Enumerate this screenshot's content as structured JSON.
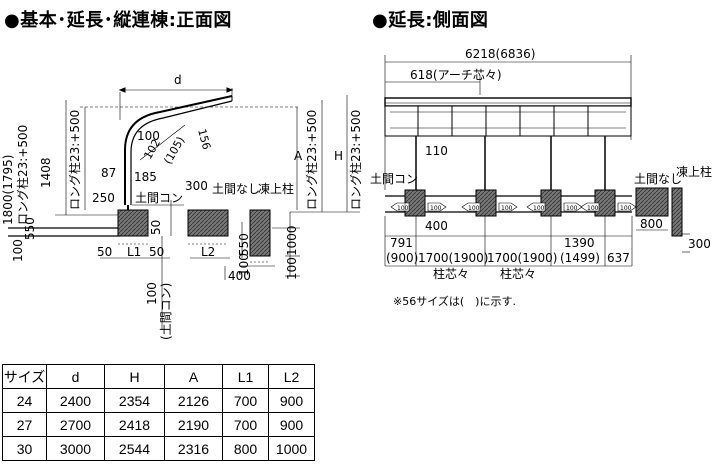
{
  "headings": {
    "front": "●基本･延長･縦連棟:正面図",
    "side": "●延長:側面図"
  },
  "front_view": {
    "dim_d": "d",
    "dim_1800": "1800(1795)",
    "dim_long_left": "ロング柱23:+500",
    "dim_1408": "1408",
    "dim_long_left2": "ロング柱23:+500",
    "dim_87": "87",
    "dim_185": "185",
    "dim_250": "250",
    "dim_100_arc": "100",
    "dim_102": "102",
    "dim_105": "(105)",
    "dim_156": "156",
    "dim_300": "300",
    "label_doma_con": "土間コン",
    "label_doma_nashi": "土間なし",
    "label_tojo": "凍上柱",
    "dim_A": "A",
    "dim_H": "H",
    "dim_long_right": "ロング柱23:+500",
    "dim_long_right2": "ロング柱23:+500",
    "dim_100_left": "100",
    "dim_550_left": "550",
    "dim_50_a": "50",
    "dim_50_b": "50",
    "dim_50_c": "50",
    "dim_L1": "L1",
    "dim_L2": "L2",
    "dim_550_mid": "550",
    "dim_1000": "1000",
    "dim_100_mid": "100",
    "dim_100_r": "100",
    "dim_400": "400",
    "dim_100_bottom": "100",
    "dim_doma_con_vert": "(土間コン)"
  },
  "side_view": {
    "dim_6218": "6218(6836)",
    "dim_618": "618(アーチ芯々)",
    "dim_110": "110",
    "label_doma_con": "土間コン",
    "label_doma_nashi": "土間なし",
    "label_tojo": "凍上柱",
    "dim_100_tags": [
      "100",
      "100",
      "100",
      "100",
      "100",
      "100",
      "100",
      "100"
    ],
    "dim_400": "400",
    "dim_800": "800",
    "dim_300": "300",
    "dim_791": "791",
    "dim_900": "(900)",
    "dim_1700a": "1700(1900)",
    "dim_1700b": "1700(1900)",
    "dim_1390": "1390",
    "dim_1499": "(1499)",
    "dim_637": "637",
    "label_pitch_a": "柱芯々",
    "label_pitch_b": "柱芯々"
  },
  "note": "※56サイズは(　)に示す.",
  "spec_table": {
    "headers": [
      "サイズ",
      "d",
      "H",
      "A",
      "L1",
      "L2"
    ],
    "rows": [
      [
        "24",
        "2400",
        "2354",
        "2126",
        "700",
        "900"
      ],
      [
        "27",
        "2700",
        "2418",
        "2190",
        "700",
        "900"
      ],
      [
        "30",
        "3000",
        "2544",
        "2316",
        "800",
        "1000"
      ]
    ]
  },
  "colors": {
    "line": "#000000",
    "footing": "#555555",
    "dim": "#333333"
  }
}
